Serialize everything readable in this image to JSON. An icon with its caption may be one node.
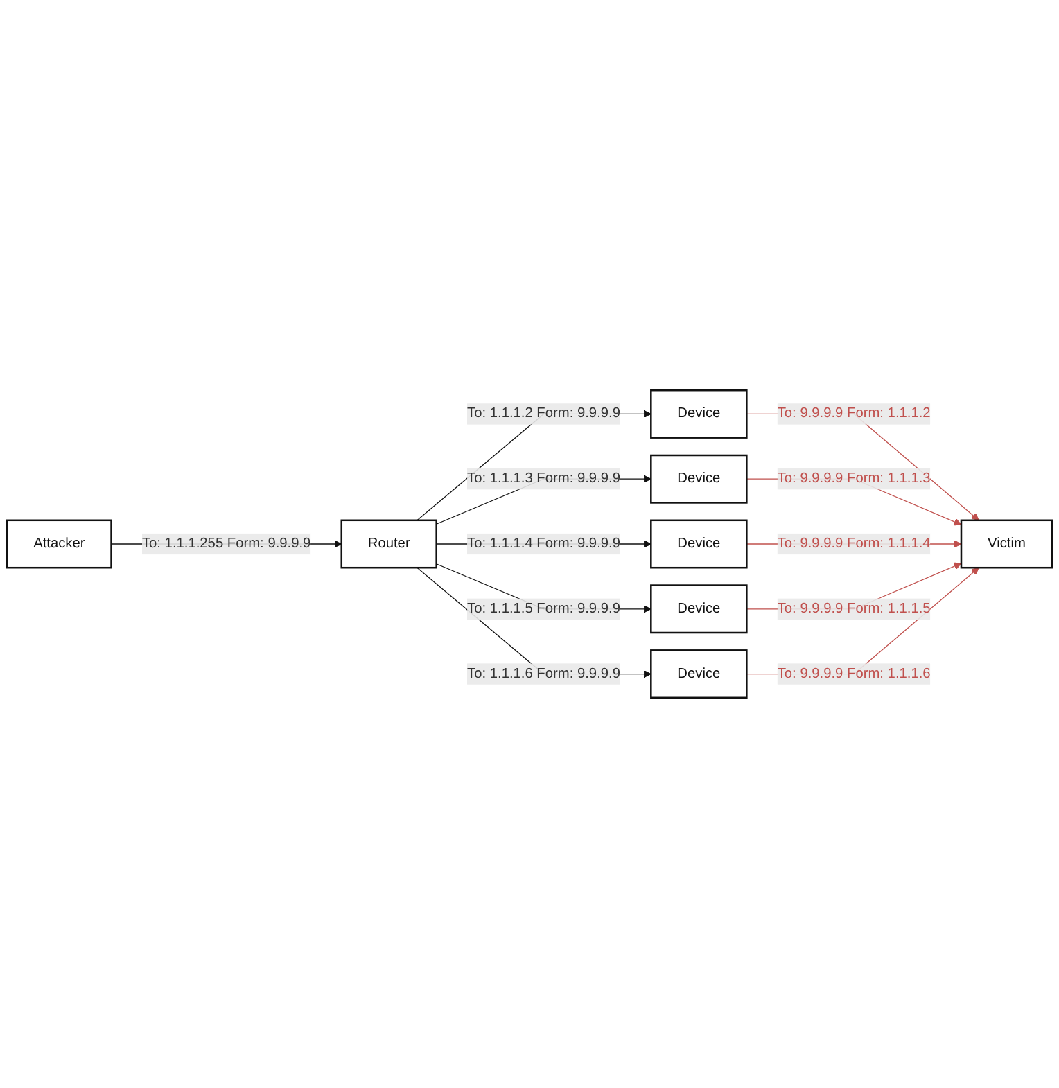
{
  "diagram": {
    "nodes": [
      {
        "text": [
          "Attacker"
        ]
      },
      {
        "text": [
          "Router"
        ]
      },
      {
        "text": [
          "Device"
        ]
      },
      {
        "text": [
          "Device"
        ]
      },
      {
        "text": [
          "Device"
        ]
      },
      {
        "text": [
          "Device"
        ]
      },
      {
        "text": [
          "Device"
        ]
      },
      {
        "text": [
          "Victim"
        ]
      }
    ],
    "edges": [
      {
        "from": 0,
        "to": 1,
        "arrow": "to",
        "label": "To: 1.1.1.255 Form: 9.9.9.9"
      },
      {
        "from": 1,
        "to": 2,
        "arrow": "to",
        "label": "To: 1.1.1.2 Form: 9.9.9.9"
      },
      {
        "from": 1,
        "to": 3,
        "arrow": "to",
        "label": "To: 1.1.1.3 Form: 9.9.9.9"
      },
      {
        "from": 1,
        "to": 4,
        "arrow": "to",
        "label": "To: 1.1.1.4 Form: 9.9.9.9"
      },
      {
        "from": 1,
        "to": 5,
        "arrow": "to",
        "label": "To: 1.1.1.5 Form: 9.9.9.9"
      },
      {
        "from": 1,
        "to": 6,
        "arrow": "to",
        "label": "To: 1.1.1.6 Form: 9.9.9.9"
      },
      {
        "from": 2,
        "to": 7,
        "arrow": "to",
        "label": "To: 9.9.9.9 Form: 1.1.1.2",
        "color": "#c0504d"
      },
      {
        "from": 3,
        "to": 7,
        "arrow": "to",
        "label": "To: 9.9.9.9 Form: 1.1.1.3",
        "color": "#c0504d"
      },
      {
        "from": 4,
        "to": 7,
        "arrow": "to",
        "label": "To: 9.9.9.9 Form: 1.1.1.4",
        "color": "#c0504d"
      },
      {
        "from": 5,
        "to": 7,
        "arrow": "to",
        "label": "To: 9.9.9.9 Form: 1.1.1.5",
        "color": "#c0504d"
      },
      {
        "from": 6,
        "to": 7,
        "arrow": "to",
        "label": "To: 9.9.9.9 Form: 1.1.1.6",
        "color": "#c0504d"
      }
    ]
  }
}
